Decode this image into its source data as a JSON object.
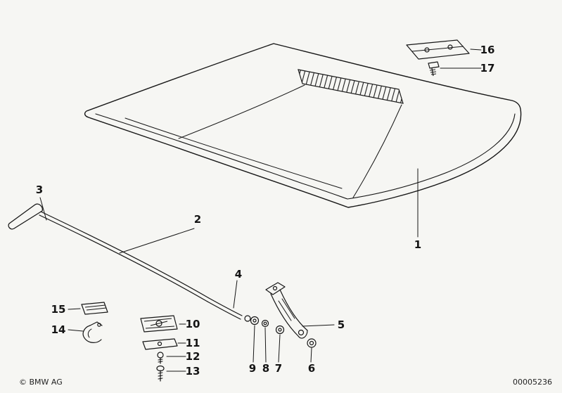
{
  "footer": {
    "copyright": "© BMW AG",
    "diagram_number": "00005236"
  },
  "parts": [
    {
      "label": "1"
    },
    {
      "label": "2"
    },
    {
      "label": "3"
    },
    {
      "label": "4"
    },
    {
      "label": "5"
    },
    {
      "label": "6"
    },
    {
      "label": "7"
    },
    {
      "label": "8"
    },
    {
      "label": "9"
    },
    {
      "label": "10"
    },
    {
      "label": "11"
    },
    {
      "label": "12"
    },
    {
      "label": "13"
    },
    {
      "label": "14"
    },
    {
      "label": "15"
    },
    {
      "label": "16"
    },
    {
      "label": "17"
    }
  ]
}
